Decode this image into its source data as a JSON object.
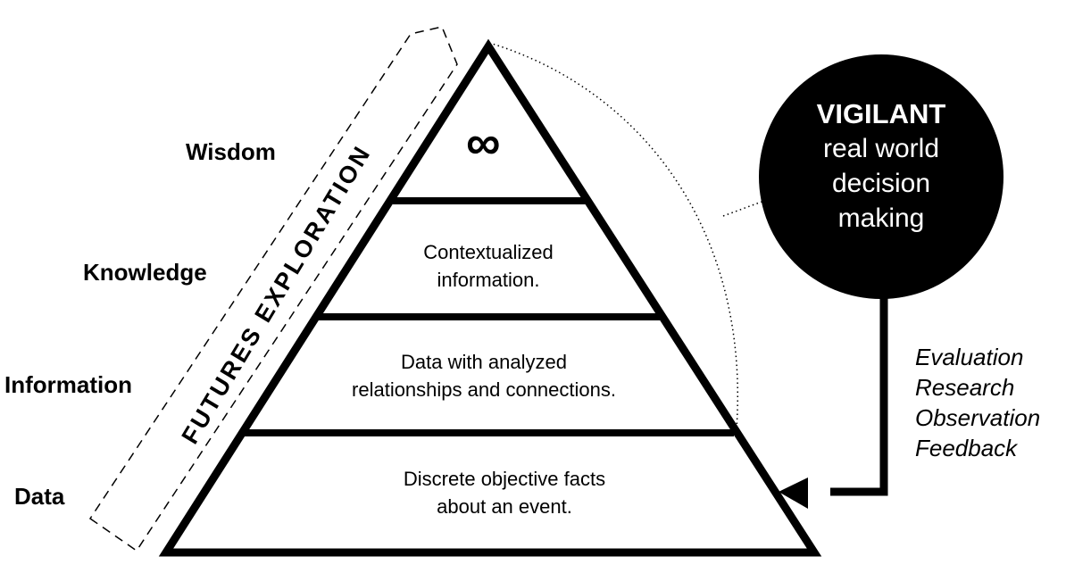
{
  "levels": [
    {
      "label": "Wisdom",
      "description": "∞"
    },
    {
      "label": "Knowledge",
      "description_lines": [
        "Contextualized",
        "information."
      ]
    },
    {
      "label": "Information",
      "description_lines": [
        "Data with analyzed",
        "relationships and connections."
      ]
    },
    {
      "label": "Data",
      "description_lines": [
        "Discrete objective facts",
        "about an event."
      ]
    }
  ],
  "side_band": {
    "label": "FUTURES EXPLORATION"
  },
  "circle": {
    "title": "VIGILANT",
    "lines": [
      "real world",
      "decision",
      "making"
    ],
    "fill": "#000000"
  },
  "feedback_loop": {
    "items": [
      "Evaluation",
      "Research",
      "Observation",
      "Feedback"
    ]
  },
  "icons": {
    "infinity": "infinity-icon"
  }
}
